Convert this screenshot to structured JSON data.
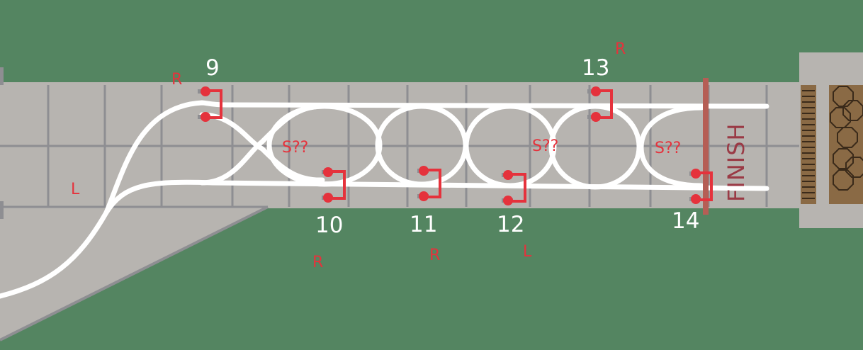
{
  "board": {
    "finish_label": "FINISH",
    "colors": {
      "background": "#548561",
      "table": "#b7b4b0",
      "grid": "#8e8e92",
      "track": "#ffffff",
      "marker": "#e5323c",
      "finish_line": "#b55e55",
      "sand": "#8a6a45"
    }
  },
  "switches": [
    {
      "number": "9",
      "direction": "R"
    },
    {
      "number": "10",
      "direction": "R"
    },
    {
      "number": "11",
      "direction": "R"
    },
    {
      "number": "12",
      "direction": "L"
    },
    {
      "number": "13",
      "direction": "R"
    },
    {
      "number": "14",
      "direction": ""
    }
  ],
  "annotations": {
    "left_junction": "L",
    "crossing_a": "S??",
    "crossing_b": "S??",
    "crossing_c": "S??"
  }
}
